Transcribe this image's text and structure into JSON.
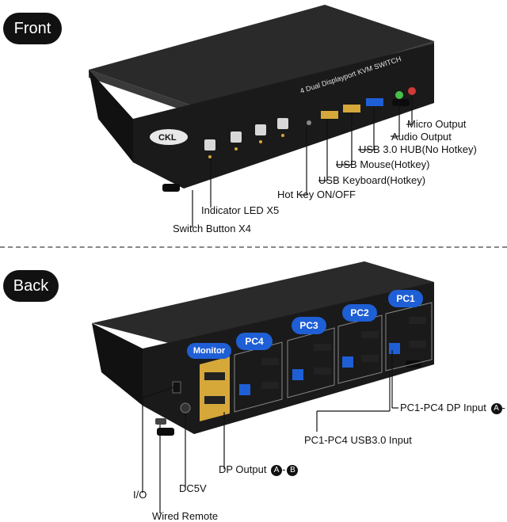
{
  "sections": {
    "front_title": "Front",
    "back_title": "Back"
  },
  "device": {
    "brand_logo": "CKL",
    "front_heading": "4 Dual Displayport KVM SWITCH"
  },
  "front_labels": {
    "micro_output": "Micro Output",
    "audio_output": "Audio Output",
    "usb_hub": "USB 3.0 HUB(No Hotkey)",
    "usb_mouse": "USB Mouse(Hotkey)",
    "usb_keyboard": "USB Keyboard(Hotkey)",
    "hot_key": "Hot Key ON/OFF",
    "indicator_led": "Indicator LED X5",
    "switch_button": "Switch Button X4"
  },
  "back_tags": {
    "monitor": "Monitor",
    "pc4": "PC4",
    "pc3": "PC3",
    "pc2": "PC2",
    "pc1": "PC1"
  },
  "back_labels": {
    "dp_input": "PC1-PC4 DP Input",
    "usb_input": "PC1-PC4 USB3.0 Input",
    "dp_output": "DP Output",
    "dc5v": "DC5V",
    "io": "I/O",
    "wired_remote": "Wired Remote",
    "badge_a": "A",
    "badge_b": "B"
  },
  "colors": {
    "accent_blue": "#1f5fd6",
    "gold": "#d6a83a",
    "device_body": "#1c1c1c"
  }
}
